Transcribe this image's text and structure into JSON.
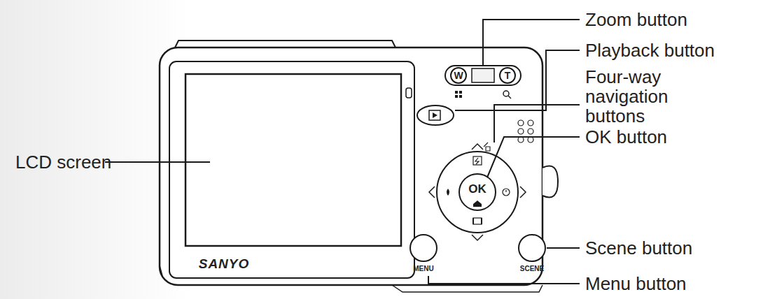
{
  "diagram": {
    "labels": [
      "Zoom button",
      "Playback button",
      "Four-way navigation buttons",
      "OK button",
      "Scene button",
      "Menu button",
      "LCD screen",
      "W",
      "T",
      "OK",
      "MENU",
      "SCENE",
      "SANYO"
    ]
  }
}
